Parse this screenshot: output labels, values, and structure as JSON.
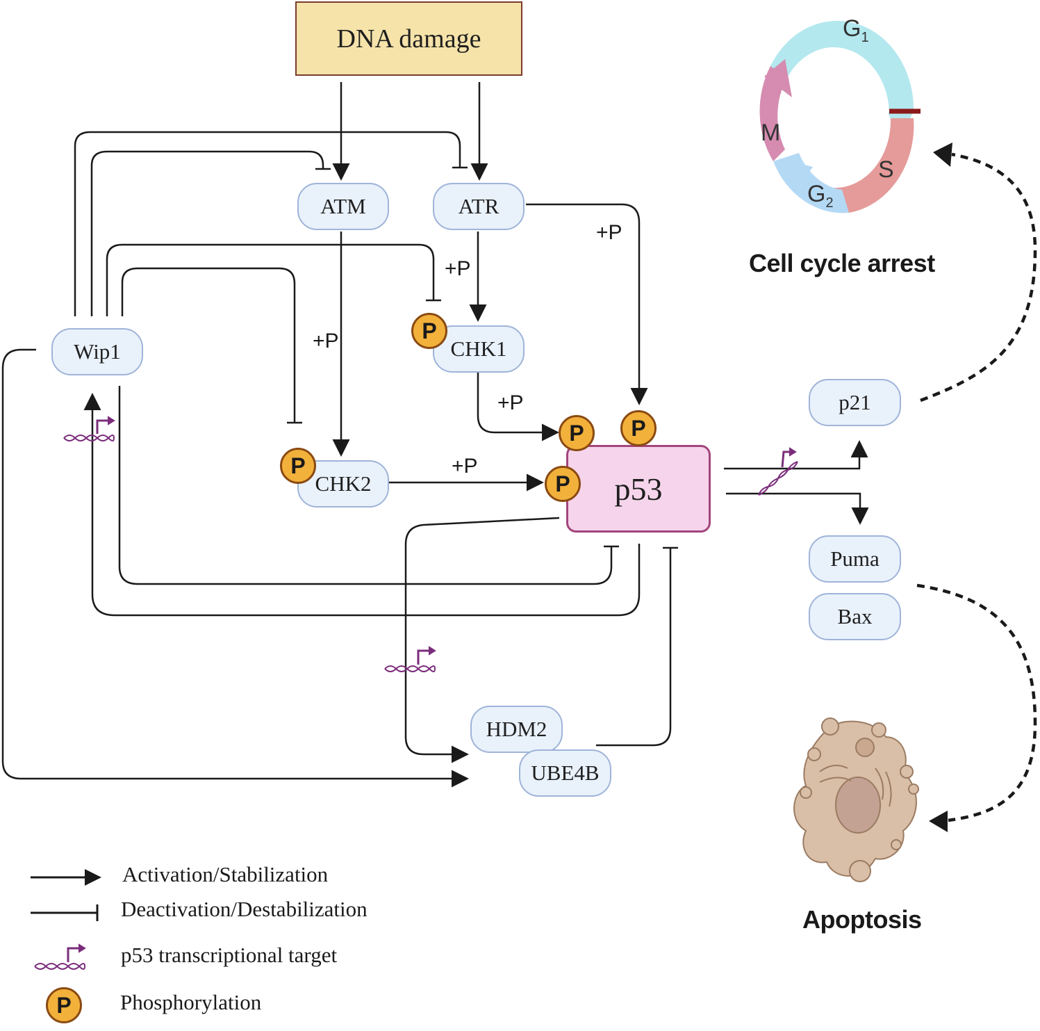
{
  "nodes": {
    "dna_damage": "DNA damage",
    "atm": "ATM",
    "atr": "ATR",
    "chk1": "CHK1",
    "chk2": "CHK2",
    "wip1": "Wip1",
    "p53": "p53",
    "hdm2": "HDM2",
    "ube4b": "UBE4B",
    "p21": "p21",
    "puma": "Puma",
    "bax": "Bax"
  },
  "edge_labels": {
    "atr_p53": "+P",
    "atr_chk1": "+P",
    "atm_chk2": "+P",
    "chk1_p53": "+P",
    "chk2_p53": "+P"
  },
  "phosphorylation_symbol": "P",
  "cell_cycle": {
    "phases": {
      "g1": "G",
      "g1_sub": "1",
      "s": "S",
      "g2": "G",
      "g2_sub": "2",
      "m": "M"
    },
    "colors": {
      "g1": "#b3e8ee",
      "s": "#e59b99",
      "g2": "#b4d9f5",
      "m": "#d58cb0",
      "checkpoint": "#8b1a1a"
    }
  },
  "outcomes": {
    "cell_cycle_arrest": "Cell cycle arrest",
    "apoptosis": "Apoptosis"
  },
  "legend": {
    "activation": "Activation/Stabilization",
    "deactivation": "Deactivation/Destabilization",
    "transcriptional_target": "p53 transcriptional target",
    "phosphorylation": "Phosphorylation"
  },
  "colors": {
    "protein_fill": "#e9f1fb",
    "protein_border": "#9fb4d9",
    "dna_fill": "#f6e3a9",
    "p53_fill": "#f6d5ec",
    "p53_border": "#a3457c",
    "phospho_fill": "#f2b13b",
    "dna_helix": "#7b2d7b",
    "cell_fill": "#d9bfa8"
  }
}
